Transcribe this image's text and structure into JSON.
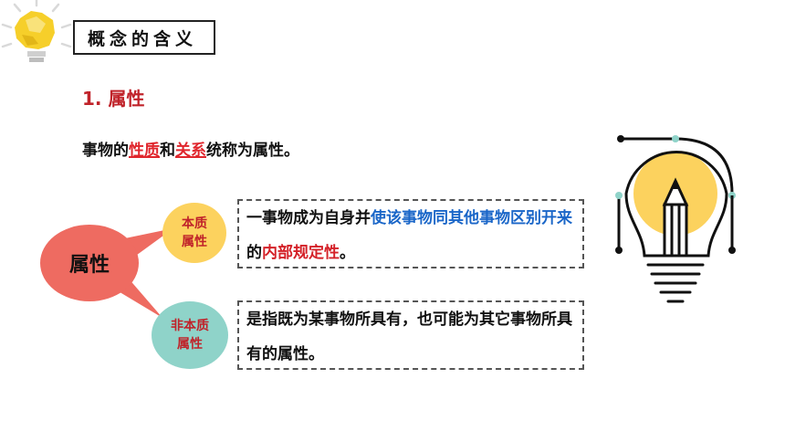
{
  "header": {
    "icon": "crumpled-paper-lightbulb-icon",
    "title": "概念的含义"
  },
  "section": {
    "heading": "1. 属性"
  },
  "definition": {
    "prefix": "事物的",
    "term1": "性质",
    "connector": "和",
    "term2": "关系",
    "suffix": "统称为属性。"
  },
  "diagram": {
    "main_label": "属性",
    "essential": {
      "label_line1": "本质",
      "label_line2": "属性",
      "desc_part1": "一事物成为自身并",
      "desc_part2": "使该事物同其他事物区别开来",
      "desc_part3": "的",
      "desc_part4": "内部规定性",
      "desc_part5": "。"
    },
    "nonessential": {
      "label_line1": "非本质",
      "label_line2": "属性",
      "desc": "是指既为某事物所具有，也可能为其它事物所具有的属性。"
    }
  },
  "colors": {
    "accent_red": "#c0232a",
    "main_bubble": "#ee6b61",
    "essential_bubble": "#fcd25e",
    "nonessential_bubble": "#8fd3c9",
    "highlight_blue": "#1a66c8"
  },
  "illustration": {
    "icon": "lightbulb-pencil-icon"
  }
}
